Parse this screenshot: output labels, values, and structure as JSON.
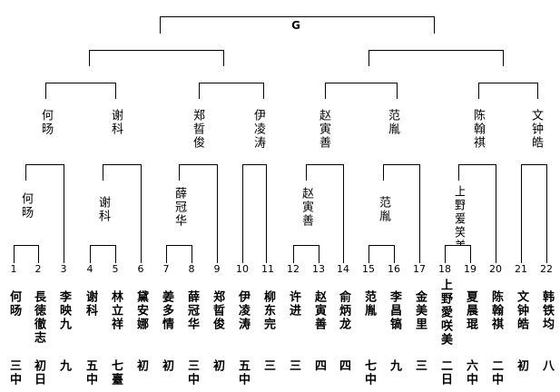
{
  "champion": "G",
  "round4": [
    "何旸",
    "谢科",
    "郑晢俊",
    "伊凌涛",
    "赵寅善",
    "范胤",
    "陈翰祺",
    "文钟皓"
  ],
  "round3": [
    "何旸",
    "谢科",
    "薛冠华",
    "赵寅善",
    "范胤",
    "上野爱笑美"
  ],
  "positions": [
    "1",
    "2",
    "3",
    "4",
    "5",
    "6",
    "7",
    "8",
    "9",
    "10",
    "11",
    "12",
    "13",
    "14",
    "15",
    "16",
    "17",
    "18",
    "19",
    "20",
    "21",
    "22"
  ],
  "players": [
    "何旸",
    "長徳徹志",
    "李映九",
    "谢科",
    "林立祥",
    "黛安娜",
    "姜多情",
    "薛冠华",
    "郑晢俊",
    "伊凌涛",
    "柳东完",
    "许进",
    "赵寅善",
    "俞炳龙",
    "范胤",
    "李昌镐",
    "金美里",
    "上野愛咲美",
    "夏晨琨",
    "陈翰祺",
    "文钟皓",
    "韩铁均"
  ],
  "results": [
    "三中",
    "初日",
    "九",
    "五中",
    "七臺",
    "初",
    "初",
    "三中",
    "初",
    "五中",
    "三",
    "三",
    "四",
    "四",
    "七中",
    "九",
    "三",
    "二日",
    "六中",
    "二中",
    "初",
    "八"
  ]
}
